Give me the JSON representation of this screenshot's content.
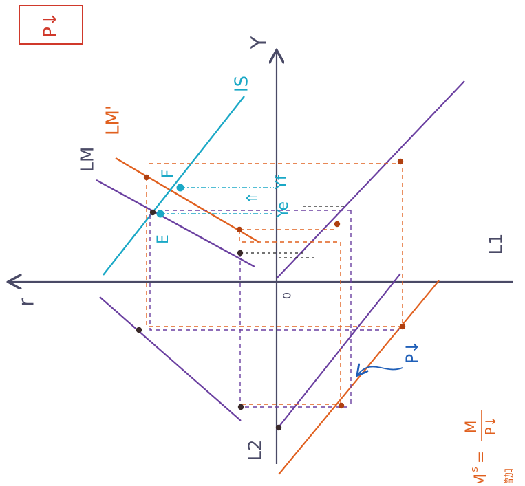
{
  "colors": {
    "purple": "#6a3fa0",
    "orange": "#e0601f",
    "teal": "#1aa8c6",
    "blue": "#1f5fb8",
    "red": "#d0392b",
    "ink": "#4a4a66",
    "dot_dark": "#3a2a2a",
    "dot_orange": "#b04010"
  },
  "labels": {
    "box": "P↓",
    "y_axis": "Y",
    "r_axis": "r",
    "origin": "0",
    "l1": "L1",
    "l2": "L2",
    "is_curve": "IS",
    "lm": "LM",
    "lm_prime": "LM'",
    "point_e": "E",
    "point_f": "F",
    "y_f": "Yf",
    "y_e": "Ye",
    "y_arrow": "⇑",
    "p_down": "P↓",
    "money_lhs": "M",
    "money_sup": "s",
    "money_eq": "=",
    "money_num": "M",
    "money_den": "P↓",
    "money_note": "增加"
  }
}
